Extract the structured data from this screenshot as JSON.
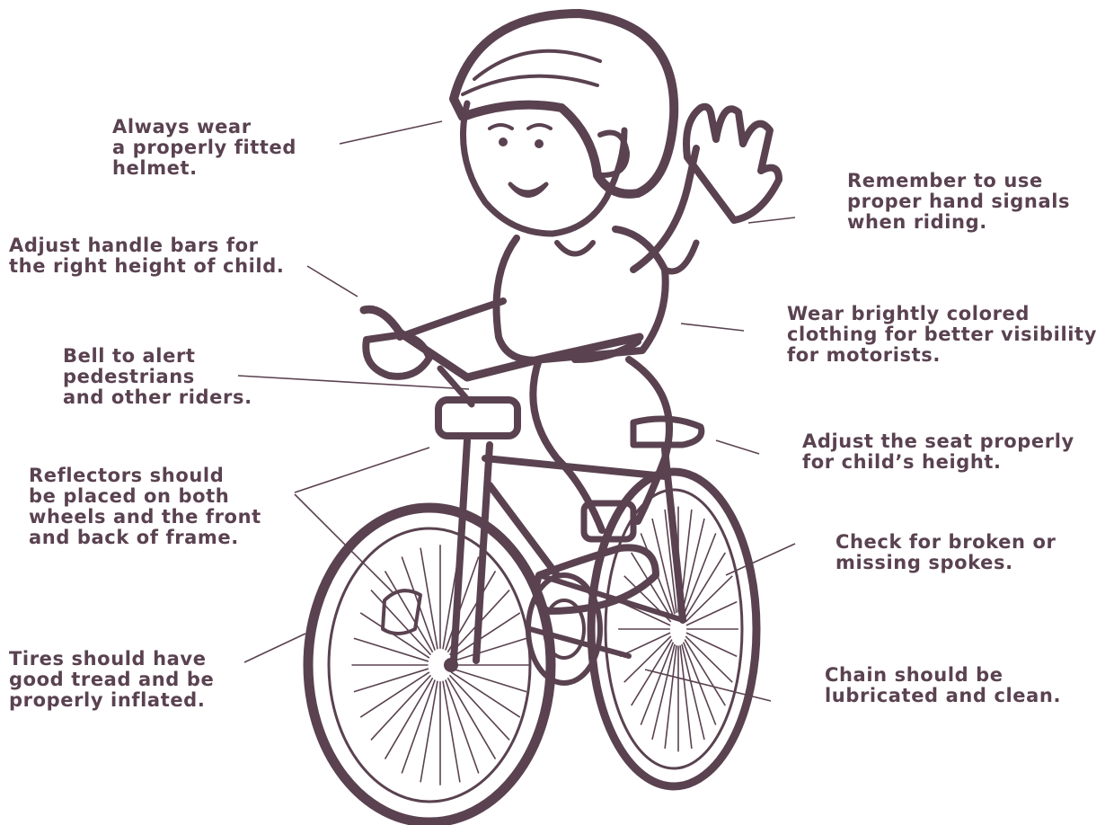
{
  "colors": {
    "ink": "#5a4250",
    "background": "#ffffff"
  },
  "callouts": {
    "helmet": "Always wear\na properly fitted\nhelmet.",
    "hand_signals": "Remember to use\nproper hand signals\nwhen riding.",
    "handle_bars": "Adjust handle bars for\nthe right height of child.",
    "clothing": "Wear brightly colored\nclothing for better visibility\nfor motorists.",
    "bell": "Bell to alert\npedestrians\nand other riders.",
    "seat": "Adjust the seat properly\nfor child’s height.",
    "reflectors": "Reflectors should\nbe placed on both\nwheels and the front\nand back of frame.",
    "spokes": "Check for broken or\nmissing spokes.",
    "tires": "Tires should have\ngood tread and be\nproperly inflated.",
    "chain": "Chain should be\nlubricated and clean."
  }
}
